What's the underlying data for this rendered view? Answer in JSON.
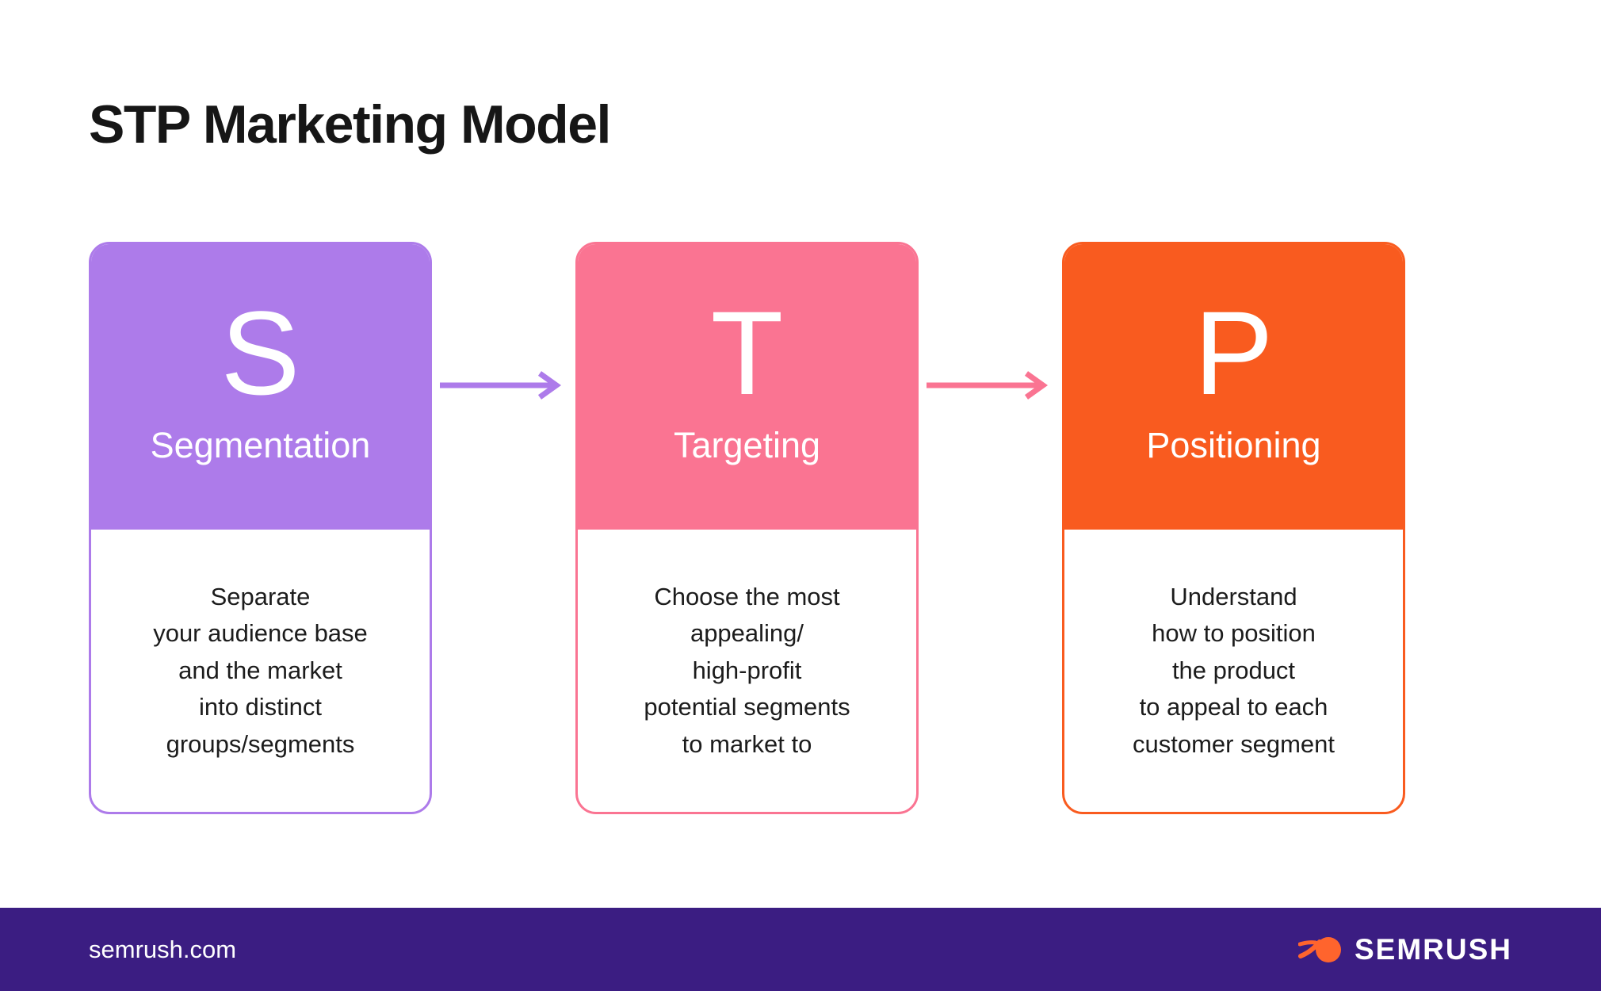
{
  "title": "STP Marketing Model",
  "cards": [
    {
      "letter": "S",
      "label": "Segmentation",
      "description": "Separate\nyour audience base\nand the market\ninto distinct\ngroups/segments",
      "color": "#ad7bea"
    },
    {
      "letter": "T",
      "label": "Targeting",
      "description": "Choose the most\nappealing/\nhigh-profit\npotential segments\nto market to",
      "color": "#fa7492"
    },
    {
      "letter": "P",
      "label": "Positioning",
      "description": "Understand\nhow to position\nthe product\nto appeal to each\ncustomer segment",
      "color": "#f95b1f"
    }
  ],
  "arrows": [
    {
      "name": "arrow-segmentation-to-targeting",
      "color": "#ad7bea"
    },
    {
      "name": "arrow-targeting-to-positioning",
      "color": "#fa7492"
    }
  ],
  "footer": {
    "url": "semrush.com",
    "brand": "SEMRUSH",
    "background": "#3b1d82",
    "logo_color": "#ff642d"
  }
}
